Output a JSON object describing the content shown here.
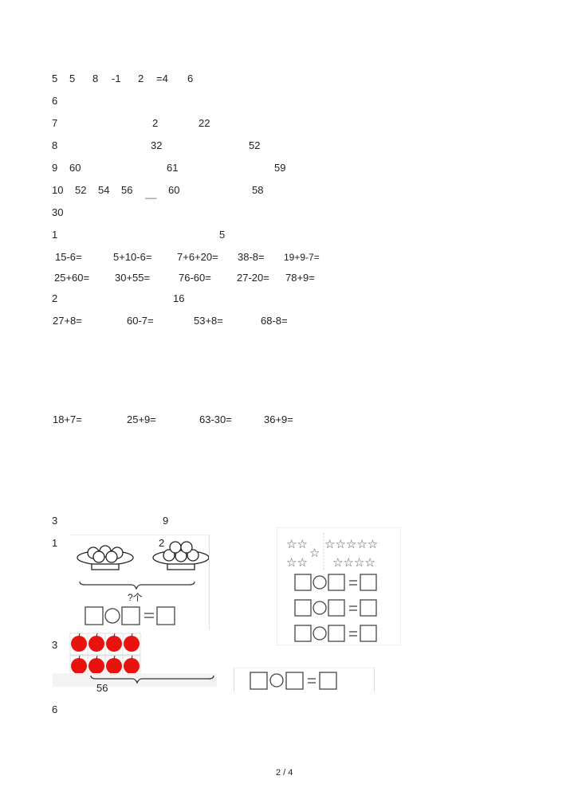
{
  "lines": [
    [
      "5",
      "5",
      "8",
      "-1",
      "2",
      "=4",
      "6"
    ],
    [
      "6"
    ],
    [
      "7",
      "2",
      "22"
    ],
    [
      "8",
      "32",
      "52"
    ],
    [
      "9",
      "60",
      "61",
      "59"
    ],
    [
      "10",
      "52",
      "54",
      "56",
      "__",
      "60",
      "58"
    ],
    [
      "30"
    ],
    [
      "1",
      "5"
    ],
    [
      "15-6=",
      "5+10-6=",
      "7+6+20=",
      "38-8=",
      "19+9-7="
    ],
    [
      "25+60=",
      "30+55=",
      "76-60=",
      "27-20=",
      "78+9="
    ],
    [
      "2",
      "16"
    ],
    [
      "27+8=",
      "60-7=",
      "53+8=",
      "68-8="
    ],
    [
      "18+7=",
      "25+9=",
      "63-30=",
      "36+9="
    ],
    [
      "3",
      "9"
    ],
    [
      "1",
      "2"
    ],
    [
      "3"
    ],
    [
      "56"
    ],
    [
      "6"
    ]
  ],
  "figure": {
    "question_label": "?个",
    "apple_color": "#e8130f"
  },
  "footer": {
    "page": "2 / 4"
  }
}
